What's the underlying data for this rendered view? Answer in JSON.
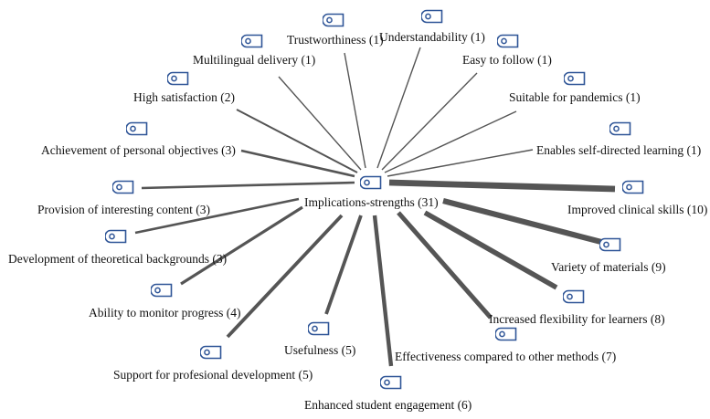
{
  "diagram": {
    "type": "network",
    "icon_color": "#2f5597",
    "edge_color": "#555555",
    "center": {
      "label": "Implications-strengths (31)",
      "code": "Implications-strengths",
      "count": 31
    },
    "nodes": [
      {
        "label": "Trustworthiness (1)",
        "count": 1
      },
      {
        "label": "Understandability (1)",
        "count": 1
      },
      {
        "label": "Multilingual delivery (1)",
        "count": 1
      },
      {
        "label": "Easy to follow (1)",
        "count": 1
      },
      {
        "label": "High satisfaction (2)",
        "count": 2
      },
      {
        "label": "Suitable for pandemics (1)",
        "count": 1
      },
      {
        "label": "Achievement of personal objectives (3)",
        "count": 3
      },
      {
        "label": "Enables self-directed learning (1)",
        "count": 1
      },
      {
        "label": "Provision of interesting content (3)",
        "count": 3
      },
      {
        "label": "Improved clinical skills (10)",
        "count": 10
      },
      {
        "label": "Development of theoretical backgrounds (3)",
        "count": 3
      },
      {
        "label": "Variety of materials (9)",
        "count": 9
      },
      {
        "label": "Ability to monitor progress (4)",
        "count": 4
      },
      {
        "label": "Increased flexibility for learners (8)",
        "count": 8
      },
      {
        "label": "Usefulness (5)",
        "count": 5
      },
      {
        "label": "Effectiveness compared to other methods (7)",
        "count": 7
      },
      {
        "label": "Support for profesional development (5)",
        "count": 5
      },
      {
        "label": "Enhanced student engagement (6)",
        "count": 6
      }
    ]
  }
}
